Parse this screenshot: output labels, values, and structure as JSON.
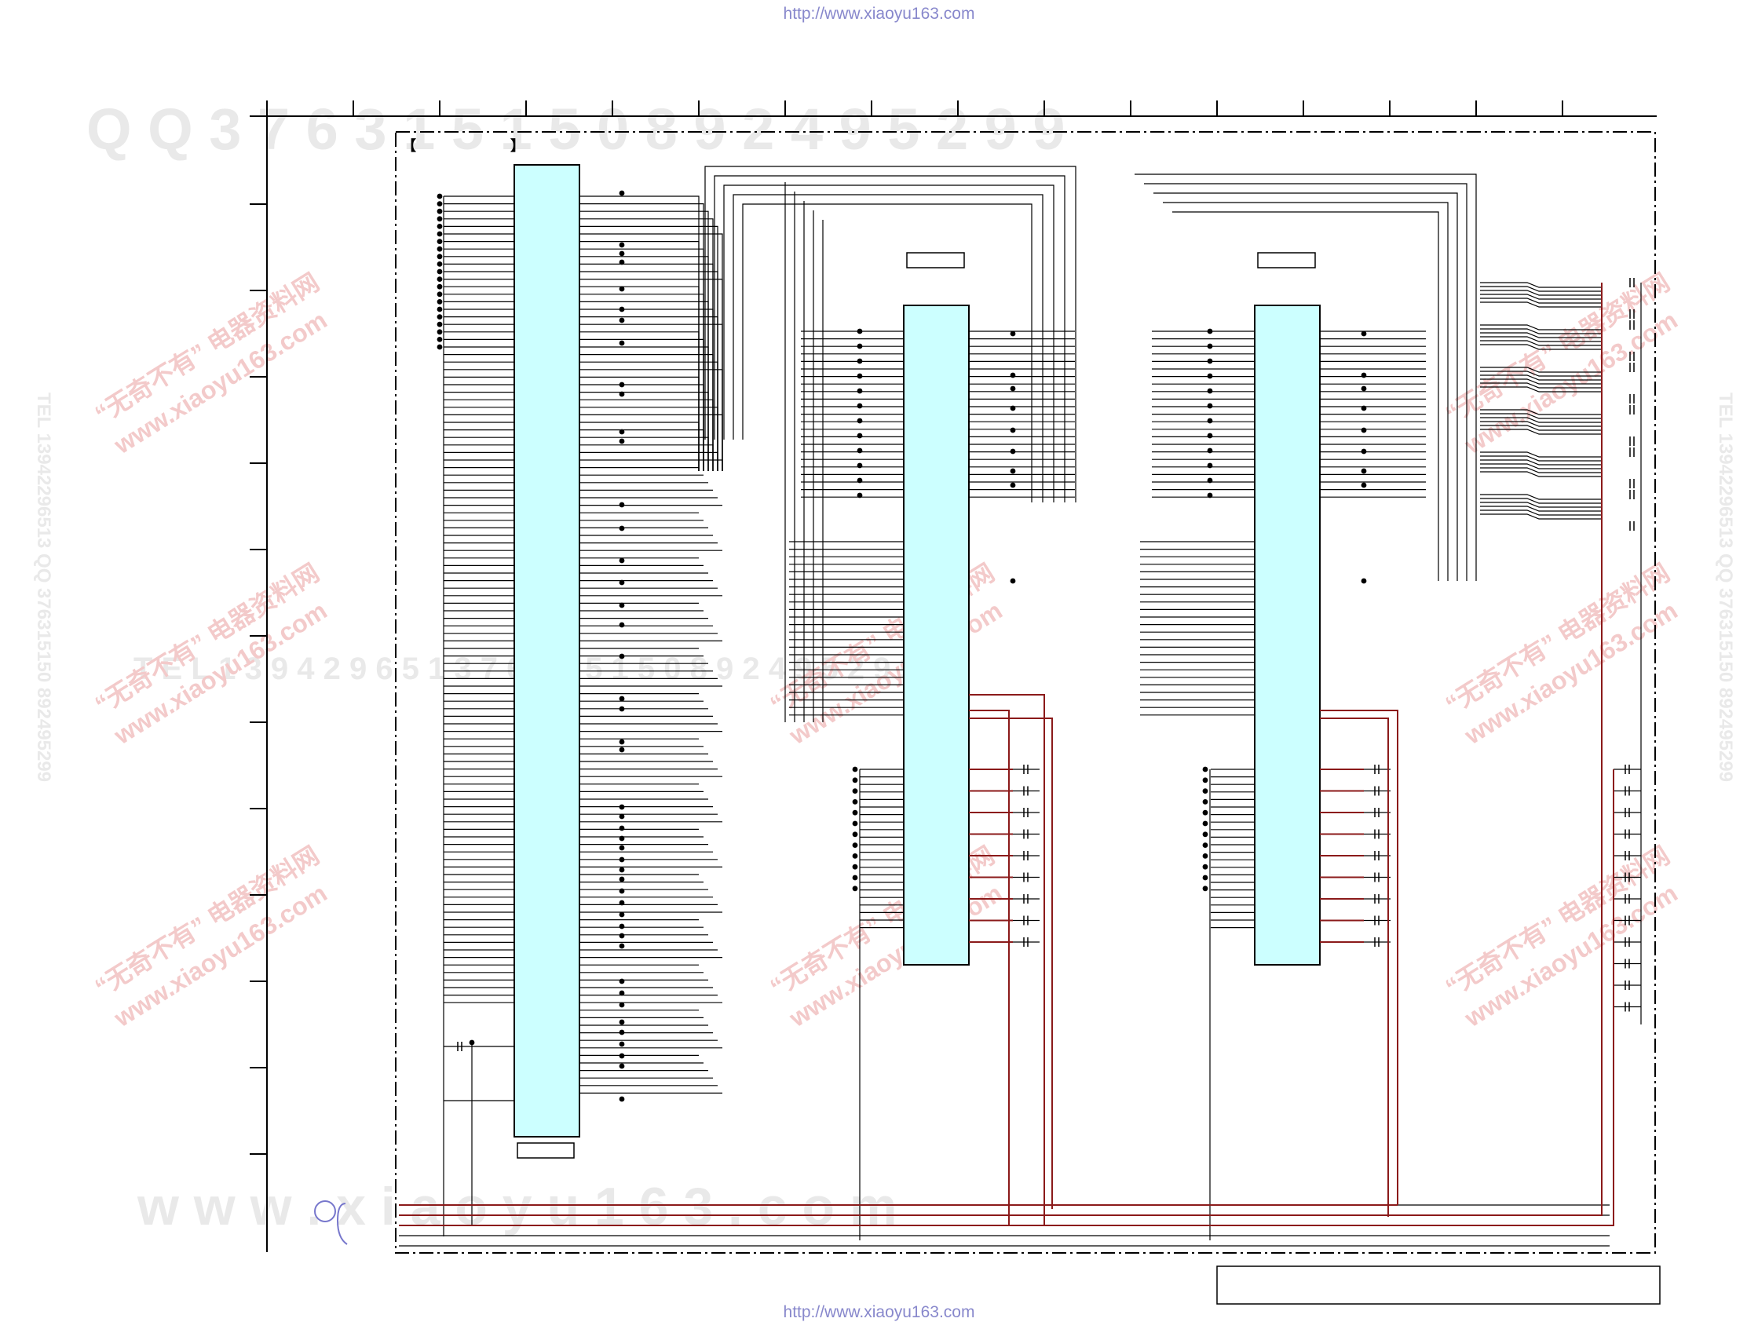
{
  "header": {
    "source_url": "http://www.xiaoyu163.com"
  },
  "footer": {
    "source_url": "http://www.xiaoyu163.com"
  },
  "watermark": {
    "line_top": "Q Q 3 7 6 3 1 5 1 5 0 8 9 2 4 9 5 2 9 9",
    "line_middle": "T E L 1 3 9 4 2 9 6 5 1 3 7 6 3 1 5 1 5 0 8 9 2 4 9 5 2 9 9",
    "line_bottom": "w w w . x i a o y u 1 6 3 . c o m",
    "stamp_cn": "“无奇不有” 电器资料网",
    "stamp_url": "www.xiaoyu163.com",
    "side_left": "TEL 13942296513  QQ 376315150  892495299",
    "side_right": "TEL 13942296513  QQ 376315150  892495299"
  },
  "colors": {
    "ic_fill": "#ccffff",
    "wire": "#000000",
    "power_wire": "#8b1a1a",
    "link": "#8888cc",
    "watermark": "#e8e8e8",
    "stamp": "#f5d0d0"
  }
}
